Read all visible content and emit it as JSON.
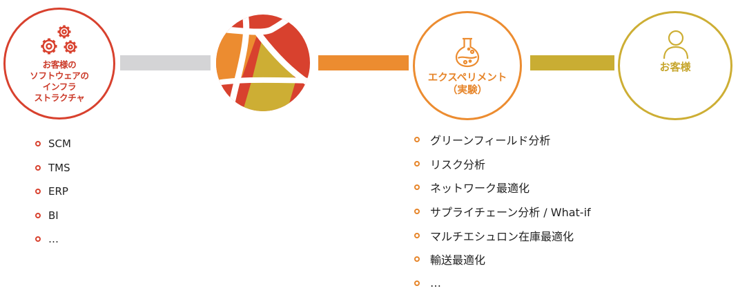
{
  "nodes": {
    "infrastructure": {
      "label_lines": [
        "お客様の",
        "ソフトウェアの",
        "インフラ",
        "ストラクチャ"
      ],
      "icon": "gears-icon",
      "color": "#d8412e"
    },
    "logo": {
      "icon": "sphere-logo-icon",
      "colors": [
        "#d8412e",
        "#ec8c30",
        "#cdae34"
      ]
    },
    "experiment": {
      "label_lines": [
        "エクスペリメント",
        "（実験）"
      ],
      "icon": "flask-icon",
      "color": "#ec8c30"
    },
    "customer": {
      "label": "お客様",
      "icon": "user-icon",
      "color": "#cdae34"
    }
  },
  "connectors": [
    {
      "color": "#d4d4d6"
    },
    {
      "color": "#ec8c30"
    },
    {
      "color": "#c9ad33"
    }
  ],
  "lists": {
    "software": [
      "SCM",
      "TMS",
      "ERP",
      "BI",
      "…"
    ],
    "experiments": [
      "グリーンフィールド分析",
      "リスク分析",
      "ネットワーク最適化",
      "サプライチェーン分析 / What-if",
      "マルチエシュロン在庫最適化",
      "輸送最適化",
      "…"
    ]
  }
}
